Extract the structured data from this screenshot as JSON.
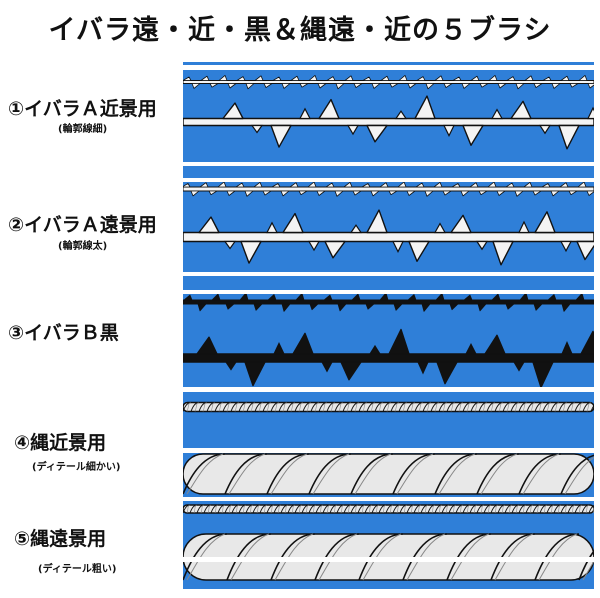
{
  "title": "イバラ遠・近・黒＆縄遠・近の５ブラシ",
  "brushes": [
    {
      "label": "①イバラＡ近景用",
      "sub": "(輪郭線細)"
    },
    {
      "label": "②イバラＡ遠景用",
      "sub": "(輪郭線太)"
    },
    {
      "label": "③イバラＢ黒",
      "sub": ""
    },
    {
      "label": "④縄近景用",
      "sub": "(ディテール細かい)"
    },
    {
      "label": "⑤縄遠景用",
      "sub": "(ディテール粗い)"
    }
  ],
  "colors": {
    "panel_blue": "#2f7fd8",
    "separator": "#ffffff",
    "thorn_white": "#f4f4f4",
    "thorn_black": "#111111"
  }
}
